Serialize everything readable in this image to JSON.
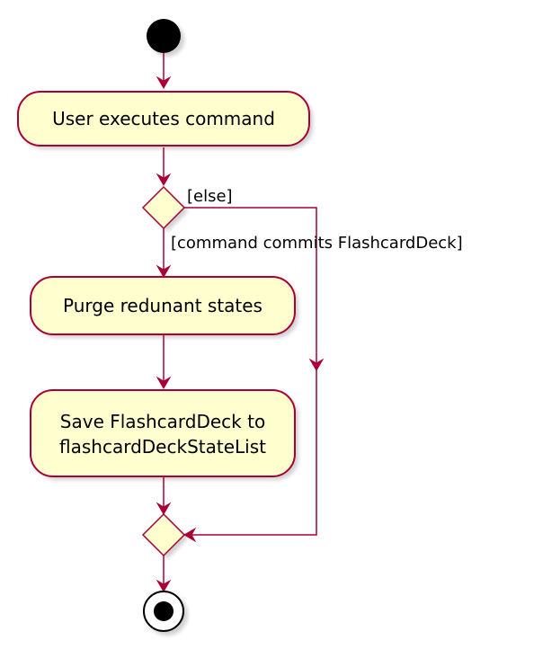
{
  "diagram": {
    "actions": {
      "user_executes": "User executes command",
      "purge": "Purge redunant states",
      "save_line1": "Save FlashcardDeck to",
      "save_line2": "flashcardDeckStateList"
    },
    "guards": {
      "else": "[else]",
      "commits": "[command commits FlashcardDeck]"
    }
  },
  "colors": {
    "accent": "#A80036",
    "node_fill": "#FEFECE",
    "start_fill": "#000000"
  }
}
